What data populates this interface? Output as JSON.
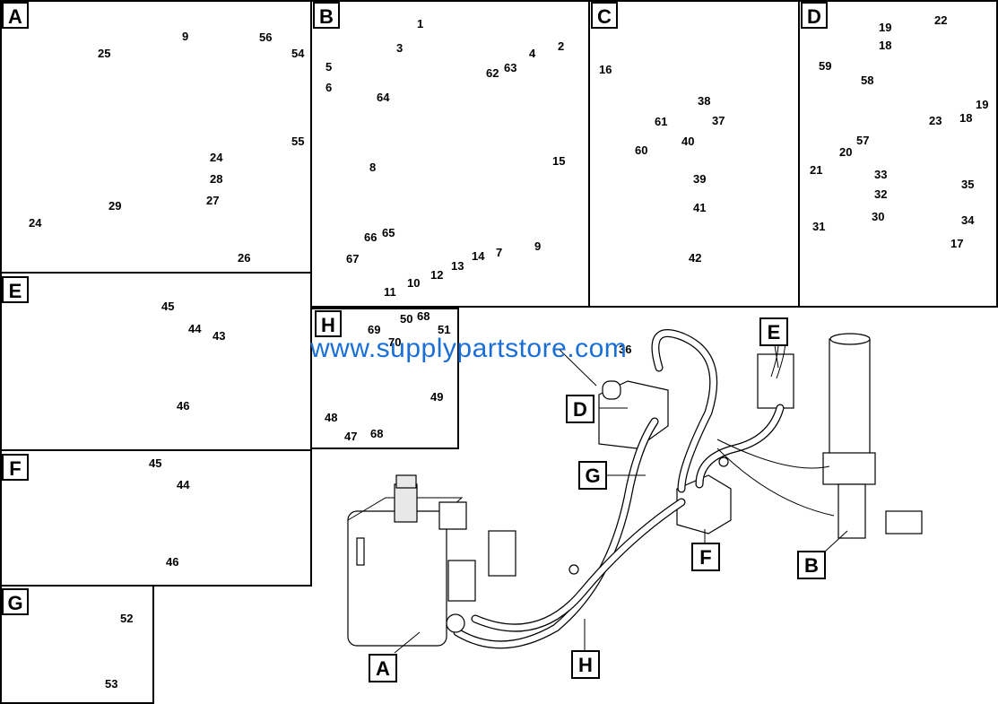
{
  "watermark": "www.supplypartstore.com",
  "panels": [
    {
      "label": "A",
      "numbers": [
        "9",
        "56",
        "54",
        "25",
        "55",
        "24",
        "28",
        "27",
        "29",
        "24",
        "26"
      ]
    },
    {
      "label": "B",
      "numbers": [
        "1",
        "3",
        "2",
        "4",
        "5",
        "6",
        "64",
        "62",
        "63",
        "15",
        "8",
        "66",
        "65",
        "67",
        "12",
        "13",
        "14",
        "7",
        "9",
        "11",
        "10"
      ]
    },
    {
      "label": "C",
      "numbers": [
        "16",
        "61",
        "60",
        "38",
        "37",
        "40",
        "39",
        "41",
        "42"
      ]
    },
    {
      "label": "D",
      "numbers": [
        "19",
        "22",
        "18",
        "59",
        "58",
        "19",
        "18",
        "23",
        "57",
        "20",
        "21",
        "33",
        "35",
        "32",
        "30",
        "34",
        "31",
        "17"
      ]
    },
    {
      "label": "E",
      "numbers": [
        "45",
        "44",
        "43",
        "46"
      ]
    },
    {
      "label": "F",
      "numbers": [
        "45",
        "44",
        "46"
      ]
    },
    {
      "label": "G",
      "numbers": [
        "52",
        "53"
      ]
    },
    {
      "label": "H",
      "numbers": [
        "69",
        "50",
        "68",
        "51",
        "70",
        "48",
        "47",
        "68",
        "49"
      ]
    }
  ],
  "main_callouts": [
    "36",
    "D",
    "E",
    "G",
    "F",
    "B",
    "A",
    "H"
  ]
}
